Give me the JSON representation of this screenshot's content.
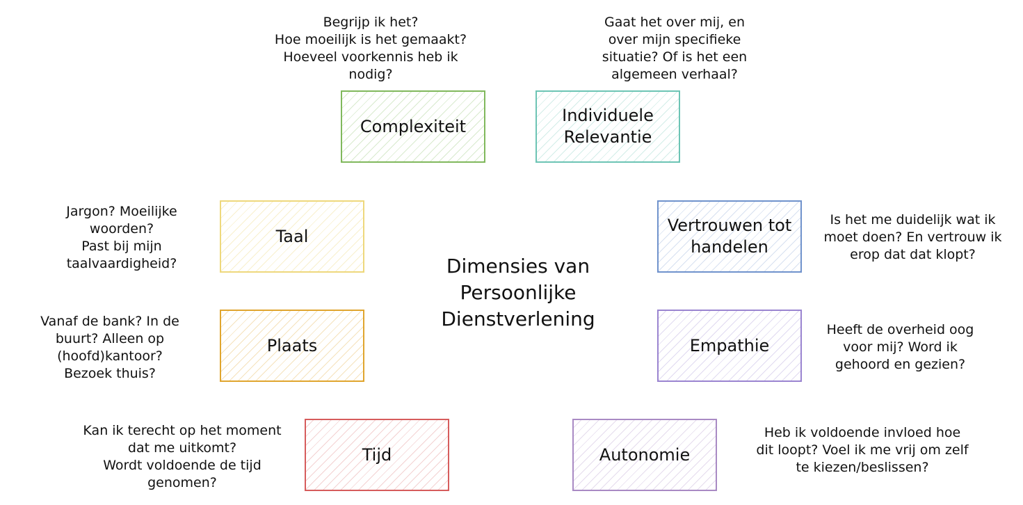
{
  "title": [
    "Dimensies van",
    "Persoonlijke",
    "Dienstverlening"
  ],
  "dimensions": [
    {
      "label": [
        "Complexiteit"
      ],
      "color": "#80b85c",
      "questions": [
        "Begrijp ik het?",
        "Hoe moeilijk is het gemaakt?",
        "Hoeveel voorkennis heb ik",
        "nodig?"
      ]
    },
    {
      "label": [
        "Individuele",
        "Relevantie"
      ],
      "color": "#6cc4b4",
      "questions": [
        "Gaat het over mij, en",
        "over mijn specifieke",
        "situatie? Of is het een",
        "algemeen verhaal?"
      ]
    },
    {
      "label": [
        "Taal"
      ],
      "color": "#eed87c",
      "questions": [
        "Jargon? Moeilijke",
        "woorden?",
        "Past bij mijn",
        "taalvaardigheid?"
      ]
    },
    {
      "label": [
        "Vertrouwen tot",
        "handelen"
      ],
      "color": "#6f92cc",
      "questions": [
        "Is het me duidelijk wat ik",
        "moet doen? En vertrouw ik",
        "erop dat dat klopt?"
      ]
    },
    {
      "label": [
        "Plaats"
      ],
      "color": "#e0a52e",
      "questions": [
        "Vanaf de bank? In de",
        "buurt? Alleen op",
        "(hoofd)kantoor?",
        "Bezoek thuis?"
      ]
    },
    {
      "label": [
        "Empathie"
      ],
      "color": "#9a84d0",
      "questions": [
        "Heeft de overheid oog",
        "voor mij? Word ik",
        "gehoord en gezien?"
      ]
    },
    {
      "label": [
        "Tijd"
      ],
      "color": "#d65c5c",
      "questions": [
        "Kan ik terecht op het moment",
        "dat me uitkomt?",
        "Wordt voldoende de tijd",
        "genomen?"
      ]
    },
    {
      "label": [
        "Autonomie"
      ],
      "color": "#a98ac4",
      "questions": [
        "Heb ik voldoende invloed hoe",
        "dit loopt? Voel ik me vrij om zelf",
        "te kiezen/beslissen?"
      ]
    }
  ]
}
